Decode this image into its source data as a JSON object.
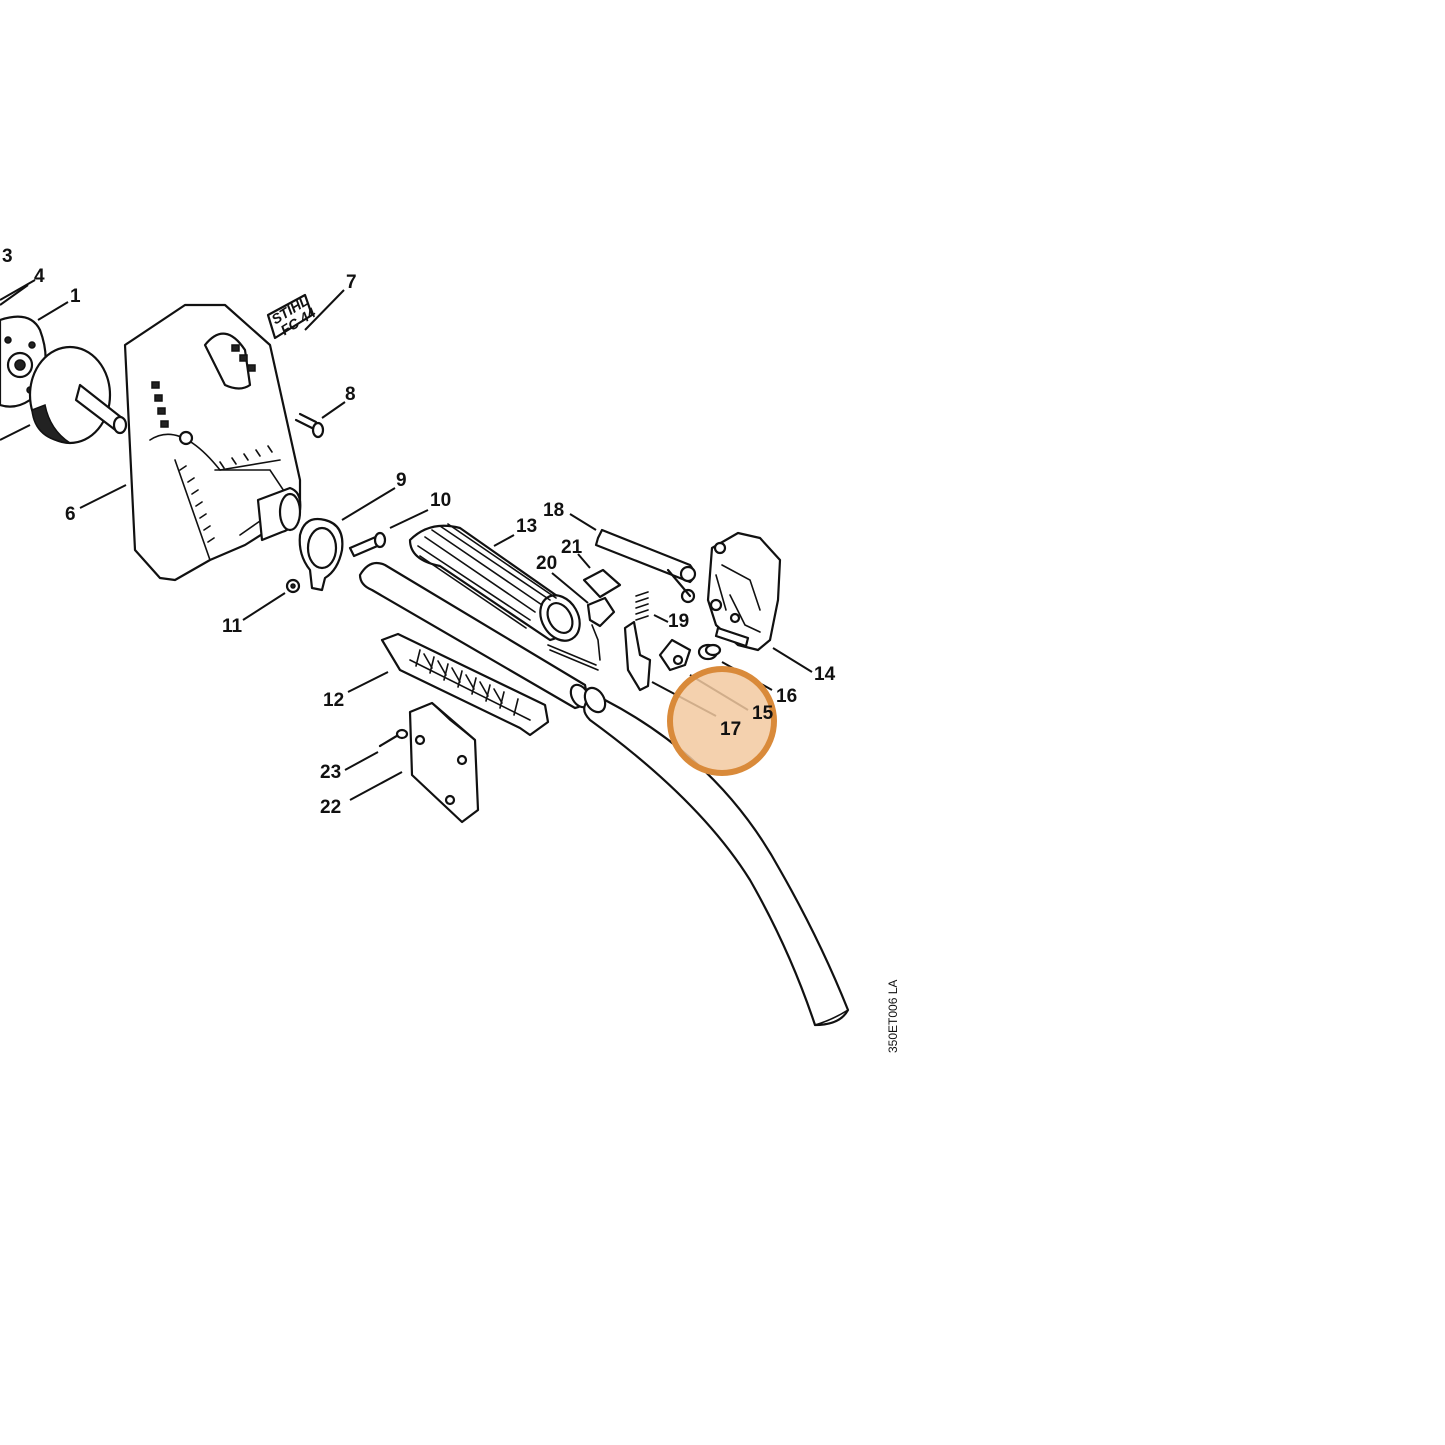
{
  "diagram": {
    "drawing_number": "350ET006 LA",
    "logo_lines": [
      "STIHL",
      "FC 44"
    ],
    "callouts": [
      {
        "id": "c1",
        "label": "1"
      },
      {
        "id": "c3",
        "label": "3"
      },
      {
        "id": "c4",
        "label": "4"
      },
      {
        "id": "c6",
        "label": "6"
      },
      {
        "id": "c7",
        "label": "7"
      },
      {
        "id": "c8",
        "label": "8"
      },
      {
        "id": "c9",
        "label": "9"
      },
      {
        "id": "c10",
        "label": "10"
      },
      {
        "id": "c11",
        "label": "11"
      },
      {
        "id": "c12",
        "label": "12"
      },
      {
        "id": "c13",
        "label": "13"
      },
      {
        "id": "c14",
        "label": "14"
      },
      {
        "id": "c15",
        "label": "15"
      },
      {
        "id": "c16",
        "label": "16"
      },
      {
        "id": "c17",
        "label": "17"
      },
      {
        "id": "c18",
        "label": "18"
      },
      {
        "id": "c19",
        "label": "19"
      },
      {
        "id": "c20",
        "label": "20"
      },
      {
        "id": "c21",
        "label": "21"
      },
      {
        "id": "c22",
        "label": "22"
      },
      {
        "id": "c23",
        "label": "23"
      }
    ],
    "highlight": {
      "color": "#d98a3a",
      "fill": "#f2c9a0",
      "target": "17"
    }
  }
}
